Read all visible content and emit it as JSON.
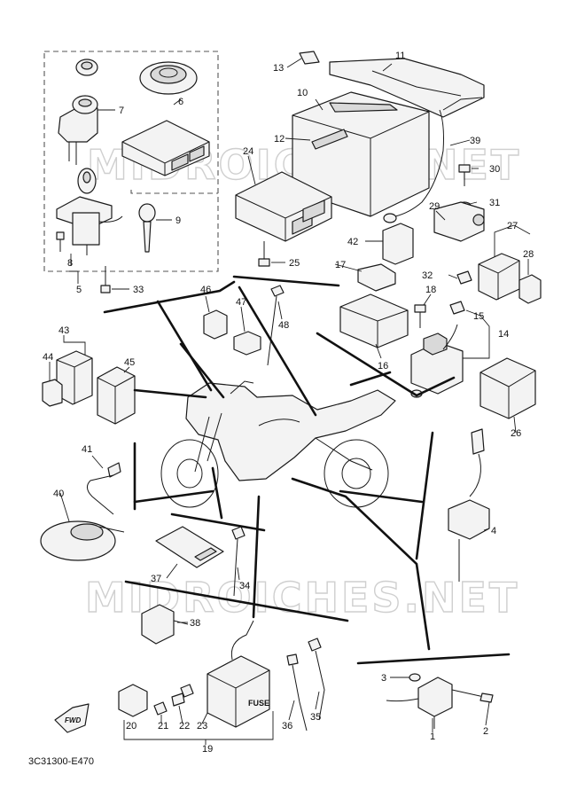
{
  "watermark": "MIDROICHES.NET",
  "diagram_code": "3C31300-E470",
  "fwd_label": "FWD",
  "fuse_label": "FUSE",
  "callouts": [
    "1",
    "2",
    "3",
    "4",
    "5",
    "6",
    "7",
    "8",
    "9",
    "10",
    "11",
    "12",
    "13",
    "14",
    "15",
    "16",
    "17",
    "18",
    "19",
    "20",
    "21",
    "22",
    "23",
    "24",
    "25",
    "26",
    "27",
    "28",
    "29",
    "30",
    "31",
    "32",
    "33",
    "34",
    "35",
    "36",
    "37",
    "38",
    "39",
    "40",
    "41",
    "42",
    "43",
    "44",
    "45",
    "46",
    "47",
    "48"
  ],
  "icons": [
    "motorcycle-silhouette",
    "fwd-arrow-icon"
  ]
}
